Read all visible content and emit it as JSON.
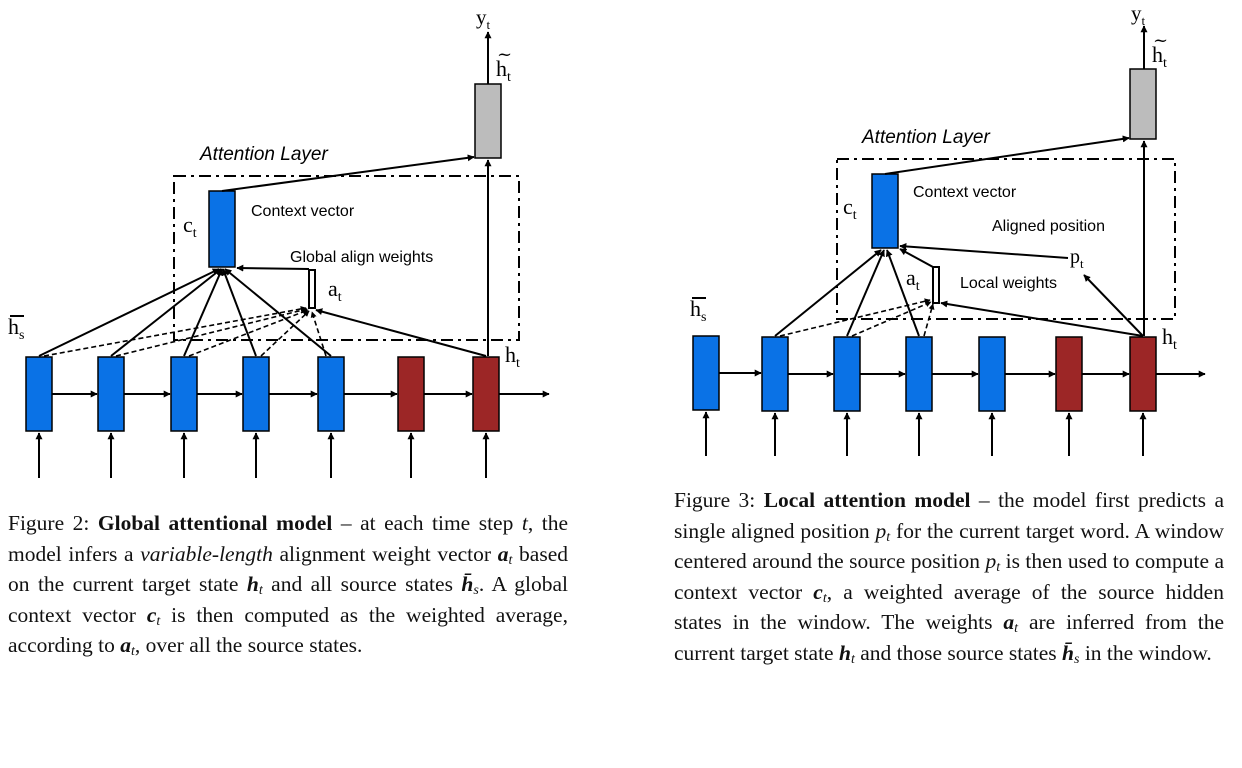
{
  "colors": {
    "source_state": "#0a72e6",
    "target_state": "#9c2626",
    "attn_output": "#bcbcbc"
  },
  "figure2": {
    "labels": {
      "y": "y",
      "t_sub": "t",
      "h": "h",
      "s_sub": "s",
      "c": "c",
      "a": "a",
      "attention_layer": "Attention Layer",
      "context_vector": "Context vector",
      "global_align_weights": "Global align weights"
    },
    "caption": {
      "prefix": "Figure 2:",
      "title": "Global attentional model",
      "p1": " – at each time step ",
      "m_t": "t",
      "p2": ", the model infers a ",
      "variable_length": "variable-length",
      "p3": " alignment weight vector ",
      "m_a": "a",
      "p4": " based on the current target state ",
      "m_h": "h",
      "p5": " and all source states ",
      "m_hs": "h̄",
      "p6": ". A global context vector ",
      "m_c": "c",
      "p7": " is then computed as the weighted average, according to ",
      "m_a2": "a",
      "p8": ", over all the source states.",
      "sub_t": "t",
      "sub_s": "s"
    }
  },
  "figure3": {
    "labels": {
      "y": "y",
      "t_sub": "t",
      "h": "h",
      "s_sub": "s",
      "c": "c",
      "a": "a",
      "p": "p",
      "attention_layer": "Attention Layer",
      "context_vector": "Context vector",
      "aligned_position": "Aligned position",
      "local_weights": "Local weights"
    },
    "caption": {
      "prefix": "Figure 3:",
      "title": "Local attention model",
      "p1": " – the model first predicts a single aligned position ",
      "m_p": "p",
      "p2": " for the current target word. A window centered around the source position ",
      "m_p2": "p",
      "p3": " is then used to compute a context vector ",
      "m_c": "c",
      "p4": ", a weighted average of the source hidden states in the window. The weights ",
      "m_a": "a",
      "p5": " are inferred from the current target state ",
      "m_h": "h",
      "p6": " and those source states ",
      "m_hs": "h̄",
      "p7": " in the window.",
      "sub_t": "t",
      "sub_s": "s"
    }
  }
}
